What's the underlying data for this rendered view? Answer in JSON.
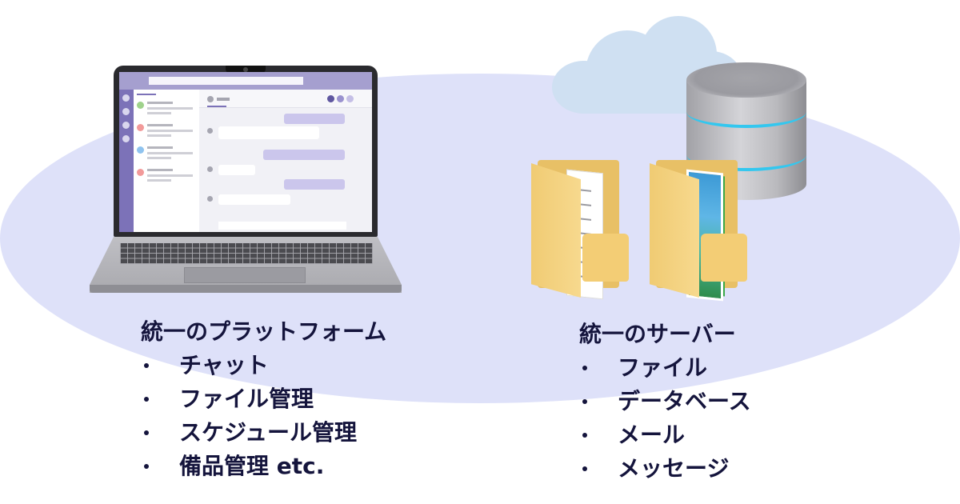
{
  "platform": {
    "title": "統一のプラットフォーム",
    "items": [
      "チャット",
      "ファイル管理",
      "スケジュール管理",
      "備品管理 etc."
    ]
  },
  "server": {
    "title": "統一のサーバー",
    "items": [
      "ファイル",
      "データベース",
      "メール",
      "メッセージ"
    ]
  },
  "colors": {
    "background_ellipse": "#dee1f9",
    "text": "#14143c",
    "app_accent": "#7c72b8",
    "db_ring": "#33c7ef",
    "folder": "#f0cb73"
  },
  "icons": [
    "laptop-icon",
    "cloud-icon",
    "database-icon",
    "document-folder-icon",
    "photo-folder-icon"
  ]
}
